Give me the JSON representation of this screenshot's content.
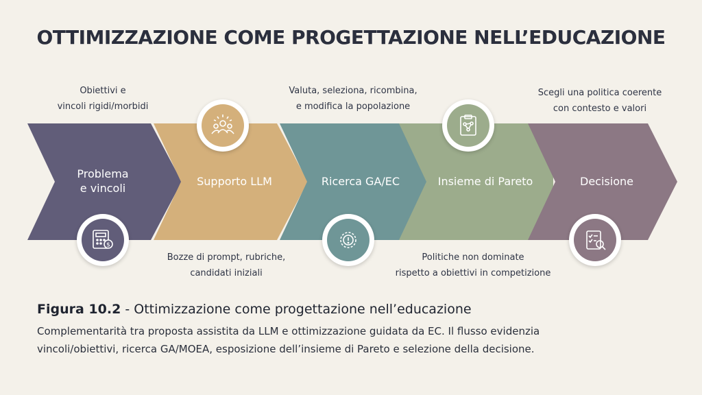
{
  "title": "OTTIMIZZAZIONE COME PROGETTAZIONE NELL’EDUCAZIONE",
  "colors": {
    "background": "#f4f1ea",
    "step1": "#615d79",
    "step2": "#d4b07b",
    "step3": "#6f9697",
    "step4": "#9cac8c",
    "step5": "#8c7884"
  },
  "steps": [
    {
      "label_line1": "Problema",
      "label_line2": "e vincoli",
      "note_line1": "Obiettivi e",
      "note_line2": "vincoli rigidi/morbidi",
      "icon": "calculator-cost-icon"
    },
    {
      "label_line1": "Supporto LLM",
      "label_line2": "",
      "note_line1": "Bozze di prompt, rubriche,",
      "note_line2": "candidati iniziali",
      "icon": "team-ideas-icon"
    },
    {
      "label_line1": "Ricerca GA/EC",
      "label_line2": "",
      "note_line1": "Valuta, seleziona, ricombina,",
      "note_line2": "e modifica la popolazione",
      "icon": "gear-alert-icon"
    },
    {
      "label_line1": "Insieme di Pareto",
      "label_line2": "",
      "note_line1": "Politiche non dominate",
      "note_line2": "rispetto a obiettivi in competizione",
      "icon": "clipboard-network-icon"
    },
    {
      "label_line1": "Decisione",
      "label_line2": "",
      "note_line1": "Scegli una politica coerente",
      "note_line2": "con contesto e valori",
      "icon": "checklist-magnifier-icon"
    }
  ],
  "caption": {
    "figure_label": "Figura 10.2",
    "separator": " - ",
    "figure_title": "Ottimizzazione come progettazione nell’educazione",
    "description_line1": "Complementarità tra proposta assistita da LLM e ottimizzazione guidata da EC. Il flusso evidenzia",
    "description_line2": "vincoli/obiettivi, ricerca GA/MOEA, esposizione dell’insieme di Pareto e selezione della decisione."
  }
}
